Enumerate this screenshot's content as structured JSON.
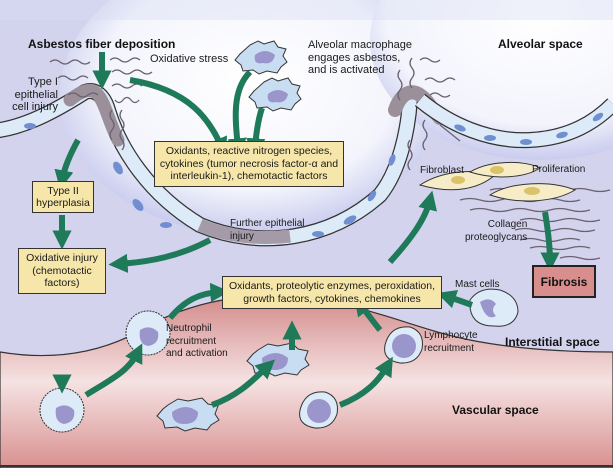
{
  "title": "Asbestos-induced lung injury and fibrosis pathway",
  "regions": {
    "alveolar": "Alveolar space",
    "interstitial": "Interstitial space",
    "vascular": "Vascular space"
  },
  "labels": {
    "deposition": "Asbestos fiber deposition",
    "oxidative_stress": "Oxidative stress",
    "type1_injury": "Type I\nepithelial\ncell injury",
    "macrophage": "Alveolar macrophage\nengages asbestos,\nand is activated",
    "further_injury": "Further epithelial\ninjury",
    "fibroblast": "Fibroblast",
    "proliferation": "Proliferation",
    "collagen": "Collagen\nproteoglycans",
    "mast_cells": "Mast cells",
    "neutrophil": "Neutrophil\nrecruitment\nand activation",
    "lymphocyte": "Lymphocyte\nrecruitment"
  },
  "boxes": {
    "mediators1": "Oxidants, reactive nitrogen species,\ncytokines (tumor necrosis factor-α and\ninterleukin-1), chemotactic factors",
    "type2": "Type II\nhyperplasia",
    "oxidative_injury": "Oxidative injury\n(chemotactic\nfactors)",
    "mediators2": "Oxidants, proteolytic enzymes, peroxidation,\ngrowth factors, cytokines, chemokines",
    "fibrosis": "Fibrosis"
  },
  "colors": {
    "arrow": "#1f7a5a",
    "box_fill": "#f6e6a9",
    "fibrosis_fill": "#d98e8e",
    "interstitium": "#d4d3ee",
    "vascular": "#e4a9a9",
    "epithelium": "#dcebf7",
    "nucleus": "#6f8fd0",
    "cell_body": "#c9ddf2",
    "cell_nucleus": "#9a96cc",
    "fibroblast_fill": "#f6edc8"
  }
}
